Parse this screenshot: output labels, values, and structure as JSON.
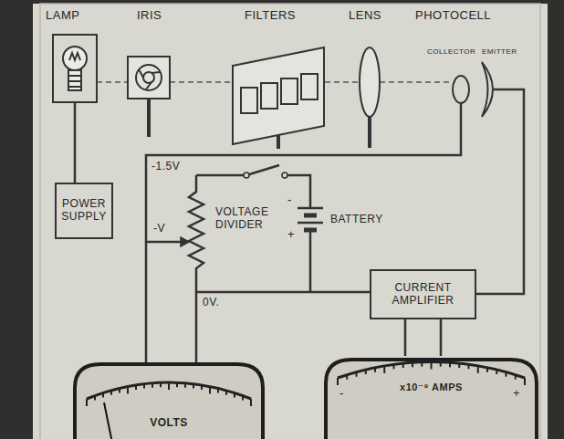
{
  "diagram": {
    "nodes": [
      {
        "text": [
          "POWER SUPPLY"
        ]
      },
      {
        "text": [
          "CURRENT AMPLIFIER"
        ]
      },
      {
        "text": [
          "VOLTS"
        ]
      },
      {
        "text": [
          "x10⁻⁹ AMPS"
        ]
      }
    ],
    "edges": [
      {
        "from": 1,
        "to": 3,
        "arrow": "none"
      },
      {
        "from": 1,
        "to": 3,
        "arrow": "none"
      }
    ],
    "labels": [
      "LAMP",
      "IRIS",
      "FILTERS",
      "LENS",
      "PHOTOCELL",
      "COLLECTOR",
      "EMITTER",
      "-1.5V",
      "VOLTAGE DIVIDER",
      "BATTERY",
      "-",
      "+",
      "-V",
      "0V.",
      "-",
      "+"
    ]
  }
}
